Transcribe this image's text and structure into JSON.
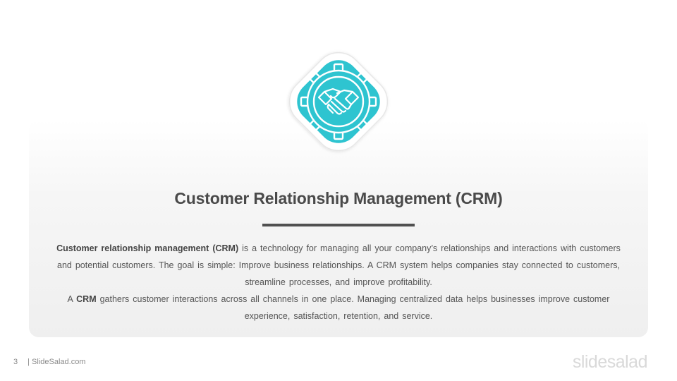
{
  "slide": {
    "title": "Customer Relationship Management (CRM)",
    "paragraph1": {
      "lead_bold": "Customer relationship management (CRM)",
      "rest": " is a technology for managing all your company’s relationships and interactions with customers and potential customers. The goal is simple: Improve business relationships. A CRM system helps companies stay connected to customers, streamline processes, and improve profitability."
    },
    "paragraph2": {
      "prefix": "A ",
      "bold": "CRM",
      "rest": " gathers customer interactions across all channels in one place. Managing centralized data helps businesses improve customer experience, satisfaction, retention, and service."
    },
    "icon": "handshake-gear-icon",
    "accent_color": "#2ec4d0"
  },
  "footer": {
    "page_number": "3",
    "source": "| SlideSalad.com",
    "brand": "slidesalad"
  }
}
